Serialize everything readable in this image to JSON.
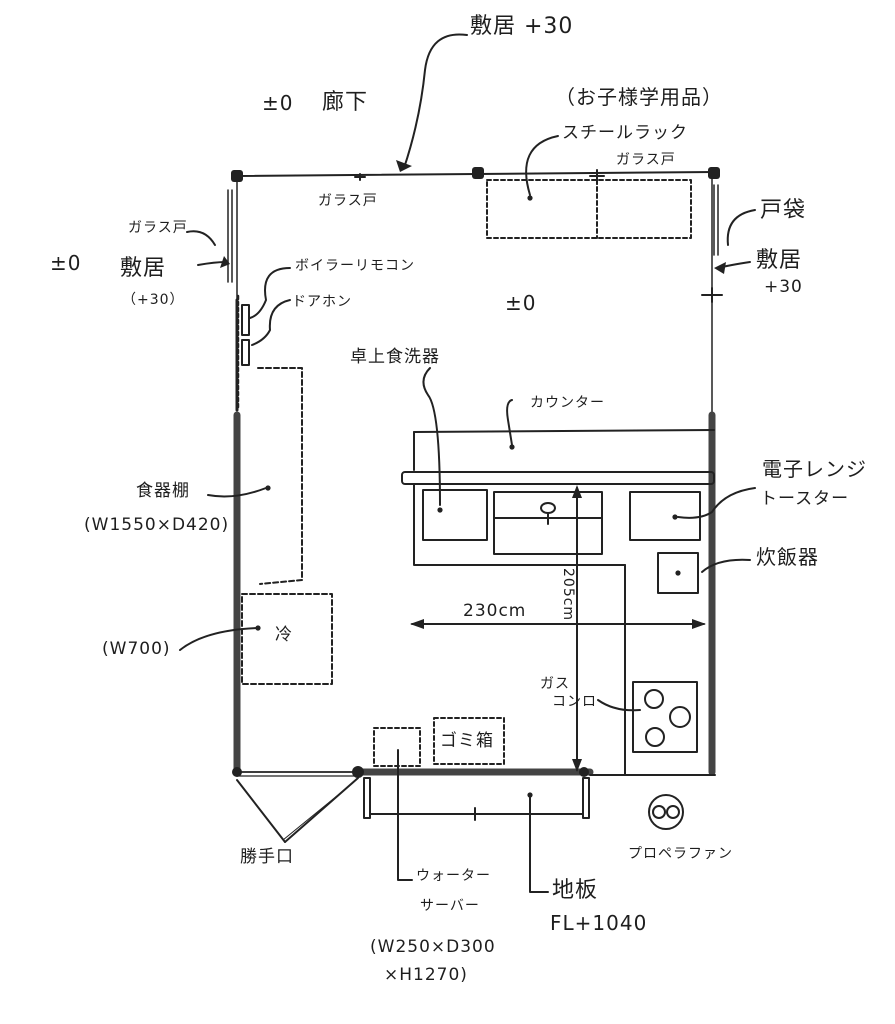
{
  "labels": {
    "shikii_top": "敷居 +30",
    "pm0_corridor": "±0",
    "corridor": "廊下",
    "kids_items": "（お子様学用品）",
    "steel_rack": "スチールラック",
    "glass_door_top_right": "ガラス戸",
    "glass_door_top": "ガラス戸",
    "glass_door_left": "ガラス戸",
    "todoko": "戸袋",
    "shikii_right": "敷居",
    "plus30_right": "+30",
    "pm0_left": "±0",
    "shikii_left": "敷居",
    "plus30_left": "（+30）",
    "boiler_remote": "ボイラーリモコン",
    "door_phone": "ドアホン",
    "pm0_center": "±0",
    "dishwasher": "卓上食洗器",
    "counter": "カウンター",
    "microwave": "電子レンジ",
    "toaster": "トースター",
    "rice_cooker": "炊飯器",
    "dish_shelf": "食器棚",
    "dish_shelf_dim": "(W1550×D420)",
    "width_230": "230cm",
    "depth_205": "205cm",
    "fridge_dim": "(W700)",
    "fridge": "冷",
    "gas_stove_1": "ガス",
    "gas_stove_2": "コンロ",
    "trash": "ゴミ箱",
    "back_door": "勝手口",
    "water_server_1": "ウォーター",
    "water_server_2": "サーバー",
    "water_dim_1": "(W250×D300",
    "water_dim_2": "×H1270)",
    "floor_plate": "地板",
    "floor_level": "FL+1040",
    "propeller_fan": "プロペラファン"
  }
}
